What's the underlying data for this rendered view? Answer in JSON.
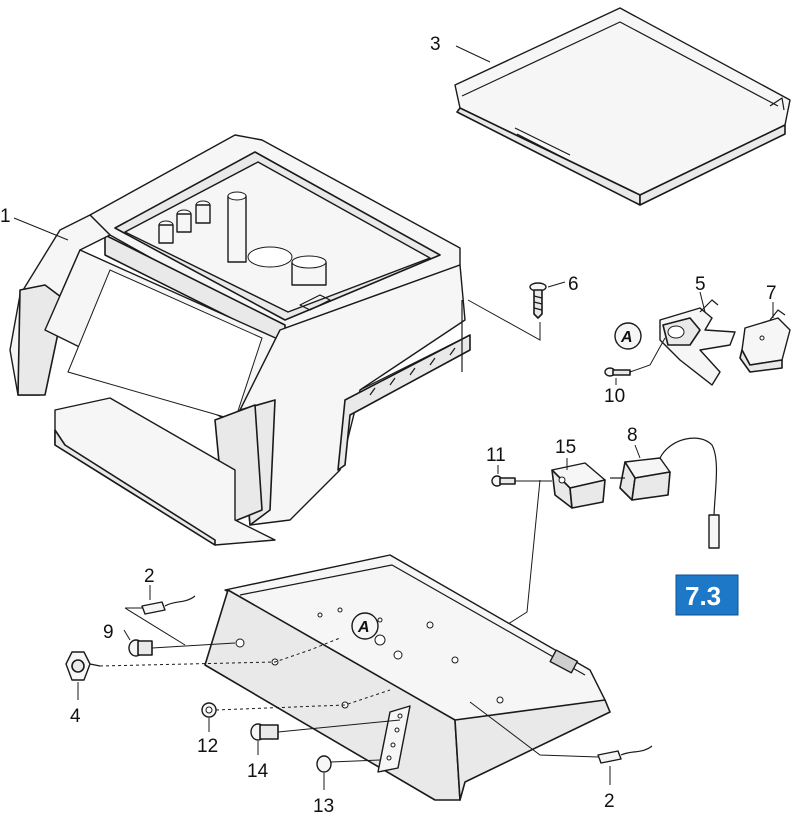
{
  "callouts": {
    "c1": "1",
    "c2a": "2",
    "c2b": "2",
    "c3": "3",
    "c4": "4",
    "c5": "5",
    "c6": "6",
    "c7": "7",
    "c8": "8",
    "c9": "9",
    "c10": "10",
    "c11": "11",
    "c12": "12",
    "c13": "13",
    "c14": "14",
    "c15": "15"
  },
  "markers": {
    "detail_a_top": "A",
    "detail_a_tray": "A"
  },
  "reference_badge": {
    "label": "7.3",
    "color": "#1e78c8"
  }
}
